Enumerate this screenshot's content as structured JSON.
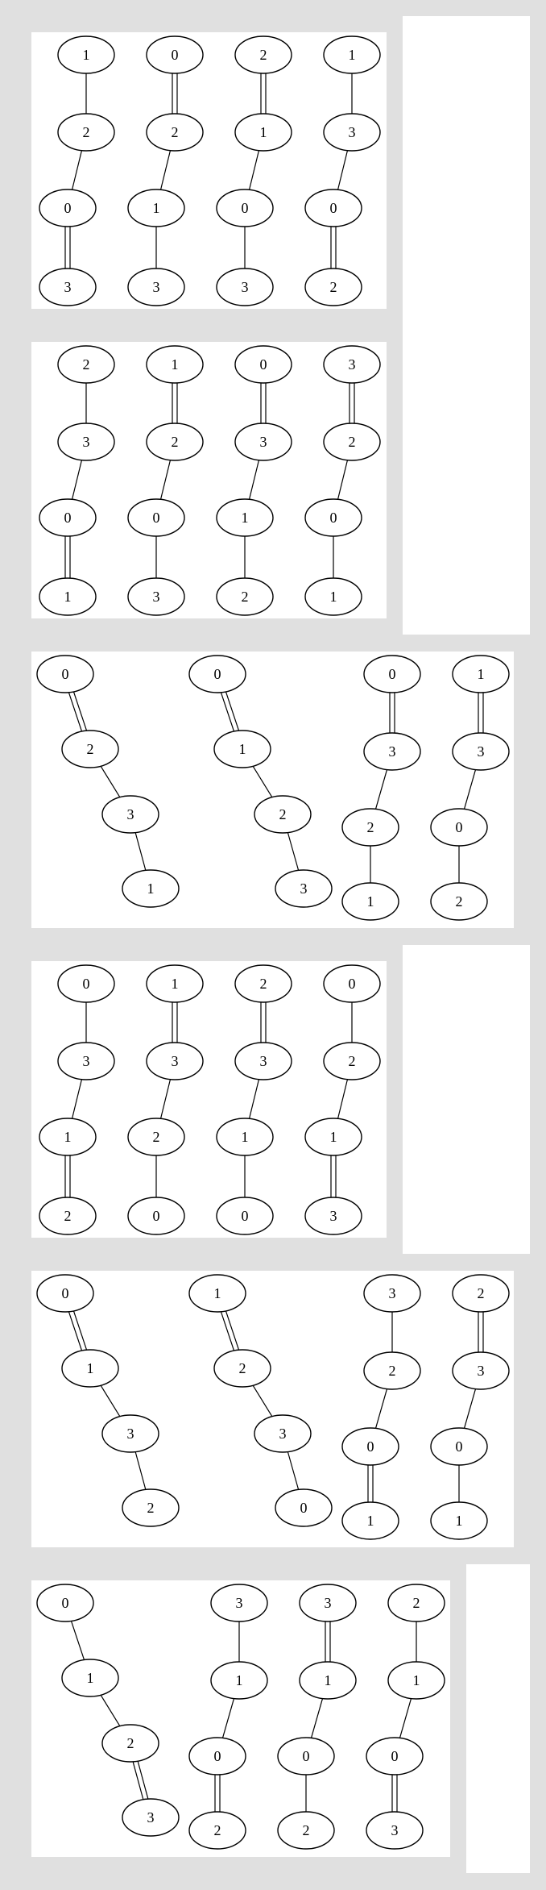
{
  "colors": {
    "background": "#e0e0e0",
    "panel": "#ffffff",
    "stroke": "#000000"
  },
  "rows": [
    {
      "panels": [
        {
          "graphs": [
            {
              "nodes": [
                "1",
                "2",
                "0",
                "3"
              ],
              "edges": [
                1,
                1,
                2
              ]
            },
            {
              "nodes": [
                "0",
                "2",
                "1",
                "3"
              ],
              "edges": [
                2,
                1,
                1
              ]
            },
            {
              "nodes": [
                "2",
                "1",
                "0",
                "3"
              ],
              "edges": [
                2,
                1,
                1
              ]
            },
            {
              "nodes": [
                "1",
                "3",
                "0",
                "2"
              ],
              "edges": [
                1,
                1,
                2
              ]
            }
          ]
        }
      ]
    },
    {
      "panels": [
        {
          "graphs": [
            {
              "nodes": [
                "2",
                "3",
                "0",
                "1"
              ],
              "edges": [
                1,
                1,
                2
              ]
            },
            {
              "nodes": [
                "1",
                "2",
                "0",
                "3"
              ],
              "edges": [
                2,
                1,
                1
              ]
            },
            {
              "nodes": [
                "0",
                "3",
                "1",
                "2"
              ],
              "edges": [
                2,
                1,
                1
              ]
            },
            {
              "nodes": [
                "3",
                "2",
                "0",
                "1"
              ],
              "edges": [
                2,
                1,
                1
              ]
            }
          ]
        }
      ]
    },
    {
      "panels": [
        {
          "graphs": [
            {
              "nodes": [
                "0",
                "2",
                "3",
                "1"
              ],
              "edges": [
                2,
                1,
                1
              ]
            },
            {
              "nodes": [
                "0",
                "1",
                "2",
                "3"
              ],
              "edges": [
                2,
                1,
                1
              ]
            },
            {
              "nodes": [
                "0",
                "3",
                "2",
                "1"
              ],
              "edges": [
                2,
                1,
                1
              ]
            },
            {
              "nodes": [
                "1",
                "3",
                "0",
                "2"
              ],
              "edges": [
                2,
                1,
                1
              ]
            }
          ]
        }
      ]
    },
    {
      "panels": [
        {
          "graphs": [
            {
              "nodes": [
                "0",
                "3",
                "1",
                "2"
              ],
              "edges": [
                1,
                1,
                2
              ]
            },
            {
              "nodes": [
                "1",
                "3",
                "2",
                "0"
              ],
              "edges": [
                2,
                1,
                1
              ]
            },
            {
              "nodes": [
                "2",
                "3",
                "1",
                "0"
              ],
              "edges": [
                2,
                1,
                1
              ]
            },
            {
              "nodes": [
                "0",
                "2",
                "1",
                "3"
              ],
              "edges": [
                1,
                1,
                2
              ]
            }
          ]
        }
      ]
    },
    {
      "panels": [
        {
          "graphs": [
            {
              "nodes": [
                "0",
                "1",
                "3",
                "2"
              ],
              "edges": [
                2,
                1,
                1
              ]
            },
            {
              "nodes": [
                "1",
                "2",
                "3",
                "0"
              ],
              "edges": [
                2,
                1,
                1
              ]
            },
            {
              "nodes": [
                "3",
                "2",
                "0",
                "1"
              ],
              "edges": [
                1,
                1,
                2
              ]
            },
            {
              "nodes": [
                "2",
                "3",
                "0",
                "1"
              ],
              "edges": [
                2,
                1,
                1
              ]
            }
          ]
        }
      ]
    },
    {
      "panels": [
        {
          "graphs": [
            {
              "nodes": [
                "0",
                "1",
                "2",
                "3"
              ],
              "edges": [
                1,
                1,
                2
              ]
            },
            {
              "nodes": [
                "3",
                "1",
                "0",
                "2"
              ],
              "edges": [
                1,
                1,
                2
              ]
            },
            {
              "nodes": [
                "3",
                "1",
                "0",
                "2"
              ],
              "edges": [
                2,
                1,
                1
              ]
            },
            {
              "nodes": [
                "2",
                "1",
                "0",
                "3"
              ],
              "edges": [
                1,
                1,
                2
              ]
            }
          ]
        }
      ]
    }
  ]
}
